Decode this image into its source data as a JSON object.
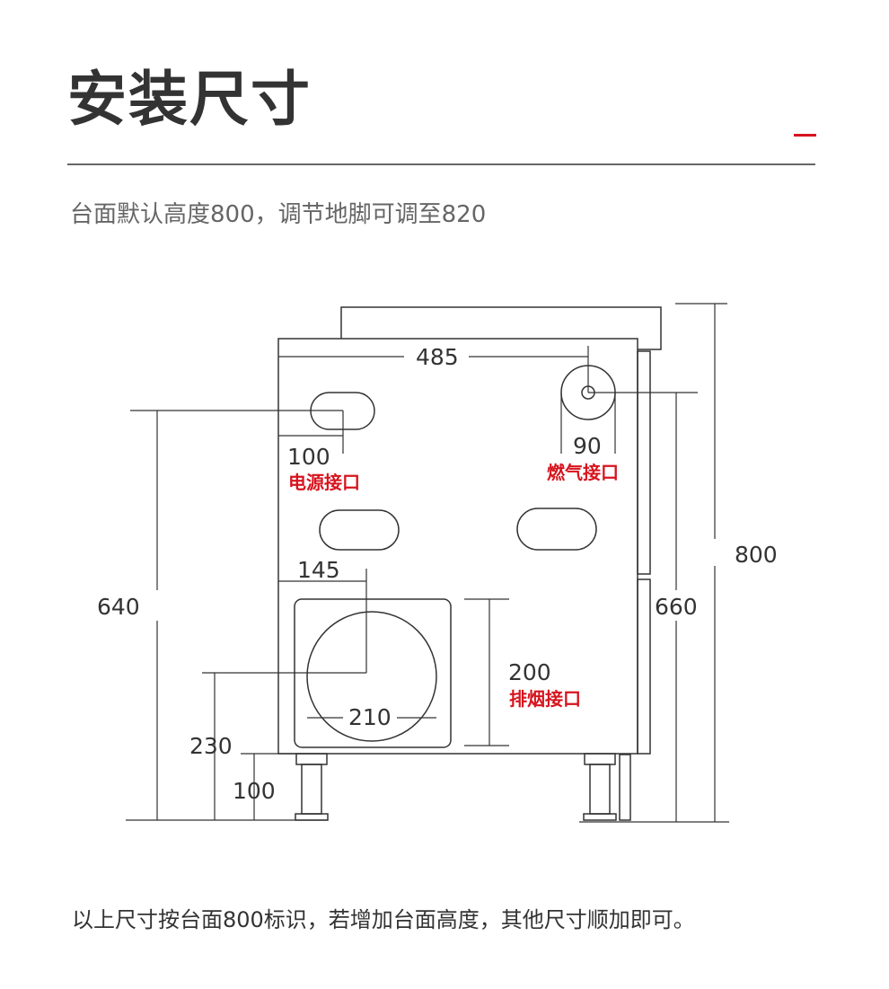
{
  "header": {
    "title": "安装尺寸",
    "subtitle": "台面默认高度800，调节地脚可调至820"
  },
  "dimensions": {
    "width_485": "485",
    "power_offset": "100",
    "gas_diameter": "90",
    "exhaust_offset": "145",
    "exhaust_diameter": "210",
    "exhaust_height": "200",
    "total_height": "800",
    "cabinet_height": "660",
    "power_height": "640",
    "exhaust_center_height": "230",
    "leg_height": "100"
  },
  "labels": {
    "power": "电源接口",
    "gas": "燃气接口",
    "exhaust": "排烟接口"
  },
  "footer": {
    "note": "以上尺寸按台面800标识，若增加台面高度，其他尺寸顺加即可。"
  },
  "colors": {
    "accent": "#d7141e",
    "line": "#333333"
  }
}
